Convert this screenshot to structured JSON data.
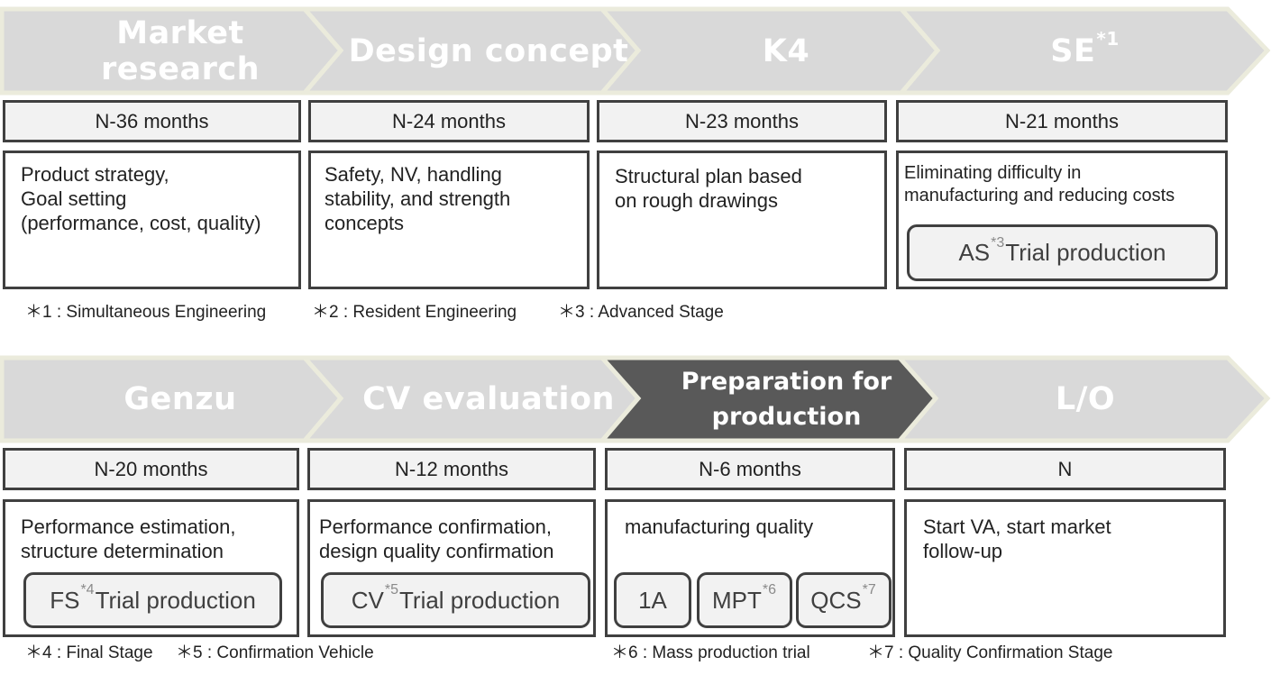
{
  "row1": {
    "stages": [
      "Market research",
      "Design concept",
      "K4",
      "SE"
    ],
    "stage_marks": [
      "",
      "",
      "",
      "*1"
    ],
    "timings": [
      "N-36 months",
      "N-24 months",
      "N-23 months",
      "N-21 months"
    ],
    "descriptions": [
      "Product strategy,\nGoal setting\n(performance, cost, quality)",
      "Safety, NV, handling\nstability, and strength\nconcepts",
      "Structural plan based\non rough drawings",
      "Eliminating difficulty in\nmanufacturing and reducing costs"
    ],
    "trial": {
      "prefix": "AS",
      "mark": "*3",
      "text": "Trial production"
    },
    "notes": [
      "＊1 : Simultaneous Engineering",
      "＊2 : Resident Engineering",
      "＊3 : Advanced Stage"
    ]
  },
  "row2": {
    "stages": [
      "Genzu",
      "CV evaluation",
      "Preparation for\nproduction",
      "L/O"
    ],
    "timings": [
      "N-20 months",
      "N-12 months",
      "N-6 months",
      "N"
    ],
    "descriptions": [
      "Performance estimation,\n structure determination",
      "Performance confirmation,\ndesign quality confirmation",
      "manufacturing quality",
      "Start VA, start market\nfollow-up"
    ],
    "trials": [
      {
        "prefix": "FS",
        "mark": "*4",
        "text": "Trial production"
      },
      {
        "prefix": "CV",
        "mark": "*5",
        "text": "Trial production"
      }
    ],
    "mini_boxes": [
      {
        "label": "1A",
        "mark": ""
      },
      {
        "label": "MPT",
        "mark": "*6"
      },
      {
        "label": "QCS",
        "mark": "*7"
      }
    ],
    "notes": [
      "＊4 : Final Stage",
      "＊5 : Confirmation Vehicle",
      "＊6 : Mass production trial",
      "＊7 : Quality Confirmation Stage"
    ]
  },
  "colors": {
    "chevron_fill": "#d9d9d9",
    "chevron_outline": "#ebebdc",
    "chevron_active": "#595959",
    "box_border": "#404040",
    "timing_fill": "#f2f2f2"
  }
}
